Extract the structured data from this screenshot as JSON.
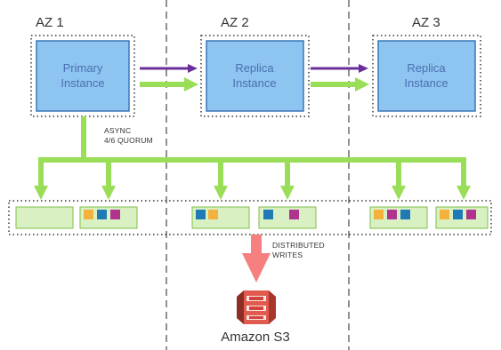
{
  "zones": [
    {
      "label": "AZ 1"
    },
    {
      "label": "AZ 2"
    },
    {
      "label": "AZ 3"
    }
  ],
  "instances": [
    {
      "line1": "Primary",
      "line2": "Instance"
    },
    {
      "line1": "Replica",
      "line2": "Instance"
    },
    {
      "line1": "Replica",
      "line2": "Instance"
    }
  ],
  "annotations": {
    "async_line1": "ASYNC",
    "async_line2": "4/6 QUORUM",
    "dist_line1": "DISTRIBUTED",
    "dist_line2": "WRITES"
  },
  "storage": {
    "label": "Amazon S3"
  },
  "colors": {
    "instance_fill": "#8ec5f0",
    "instance_stroke": "#3b76b8",
    "green": "#9ade57",
    "purple": "#6b2f9a",
    "red_arrow": "#f67f7f",
    "node_fill": "#d9f0c2",
    "node_stroke": "#7fbf4a",
    "seg_orange": "#f4b23d",
    "seg_blue": "#1f7ab5",
    "seg_magenta": "#b0338f",
    "s3_red": "#d2433a"
  },
  "storage_nodes": [
    {
      "segments": []
    },
    {
      "segments": [
        "orange",
        "blue",
        "magenta"
      ]
    },
    {
      "segments": [
        "blue",
        "orange"
      ]
    },
    {
      "segments": [
        "blue",
        "magenta"
      ]
    },
    {
      "segments": [
        "orange",
        "magenta",
        "blue"
      ]
    },
    {
      "segments": [
        "orange",
        "blue",
        "magenta"
      ]
    }
  ]
}
